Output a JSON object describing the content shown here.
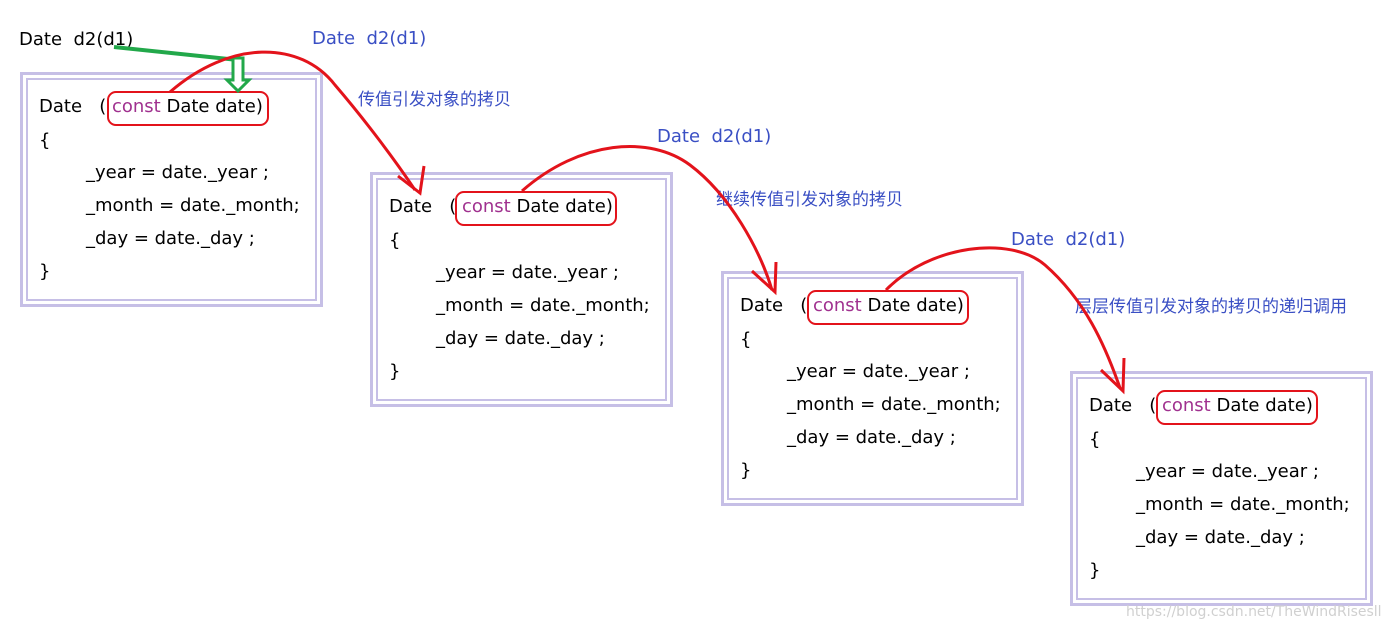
{
  "top_call": "Date  d2(d1)",
  "call_labels": [
    "Date  d2(d1)",
    "Date  d2(d1)",
    "Date  d2(d1)"
  ],
  "annotations": [
    "传值引发对象的拷贝",
    "继续传值引发对象的拷贝",
    "层层传值引发对象的拷贝的递归调用"
  ],
  "code": {
    "ctor_name": "Date",
    "open_paren": "(",
    "keyword": "const",
    "param": "Date date",
    "close_paren": ")",
    "open_brace": "{",
    "line_year": "_year = date._year ;",
    "line_month": "_month = date._month;",
    "line_day": "_day = date._day ;",
    "close_brace": "}"
  },
  "watermark": "https://blog.csdn.net/TheWindRisesll",
  "colors": {
    "box_border": "#c6bfe6",
    "highlight_red": "#e3131b",
    "arrow_green": "#22a84a",
    "label_blue": "#3a4fc4",
    "keyword_purple": "#a0318f"
  }
}
